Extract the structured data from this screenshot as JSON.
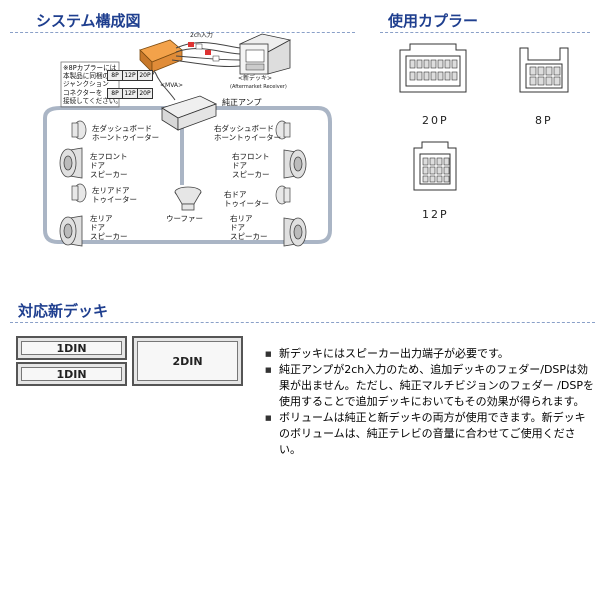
{
  "system": {
    "title": "システム構成図",
    "note": "※8Pカプラーには\n本製品に同梱の\nジャンクション\nコネクターを\n接続してください。",
    "ch_input": "2ch入力",
    "mva": "<MVA>",
    "new_deck": "<新デッキ>",
    "aftermarket": "(Aftermarket Receiver)",
    "amp": "純正アンプ",
    "plugs_top": [
      "8P",
      "12P",
      "20P"
    ],
    "plugs_bottom": [
      "8P",
      "12P",
      "20P"
    ],
    "speakers": {
      "left_dash": "左ダッシュボード\nホーントゥイーター",
      "right_dash": "右ダッシュボード\nホーントゥイーター",
      "left_front": "左フロント\nドア\nスピーカー",
      "right_front": "右フロント\nドア\nスピーカー",
      "left_rear_tw": "左リアドア\nトゥイーター",
      "right_tw": "右ドア\nトゥイーター",
      "woofer": "ウーファー",
      "left_rear": "左リア\nドア\nスピーカー",
      "right_rear": "右リア\nドア\nスピーカー"
    }
  },
  "couplers": {
    "title": "使用カプラー",
    "items": [
      "20P",
      "8P",
      "12P"
    ]
  },
  "decks": {
    "title": "対応新デッキ",
    "single": [
      "1DIN",
      "1DIN"
    ],
    "double": "2DIN"
  },
  "notes": [
    "新デッキにはスピーカー出力端子が必要です。",
    "純正アンプが2ch入力のため、追加デッキのフェダー/DSPは効果が出ません。ただし、純正マルチビジョンのフェダー /DSPを使用することで追加デッキにおいてもその効果が得られます。",
    "ボリュームは純正と新デッキの両方が使用できます。新デッキのボリュームは、純正テレビの音量に合わせてご使用ください。"
  ]
}
